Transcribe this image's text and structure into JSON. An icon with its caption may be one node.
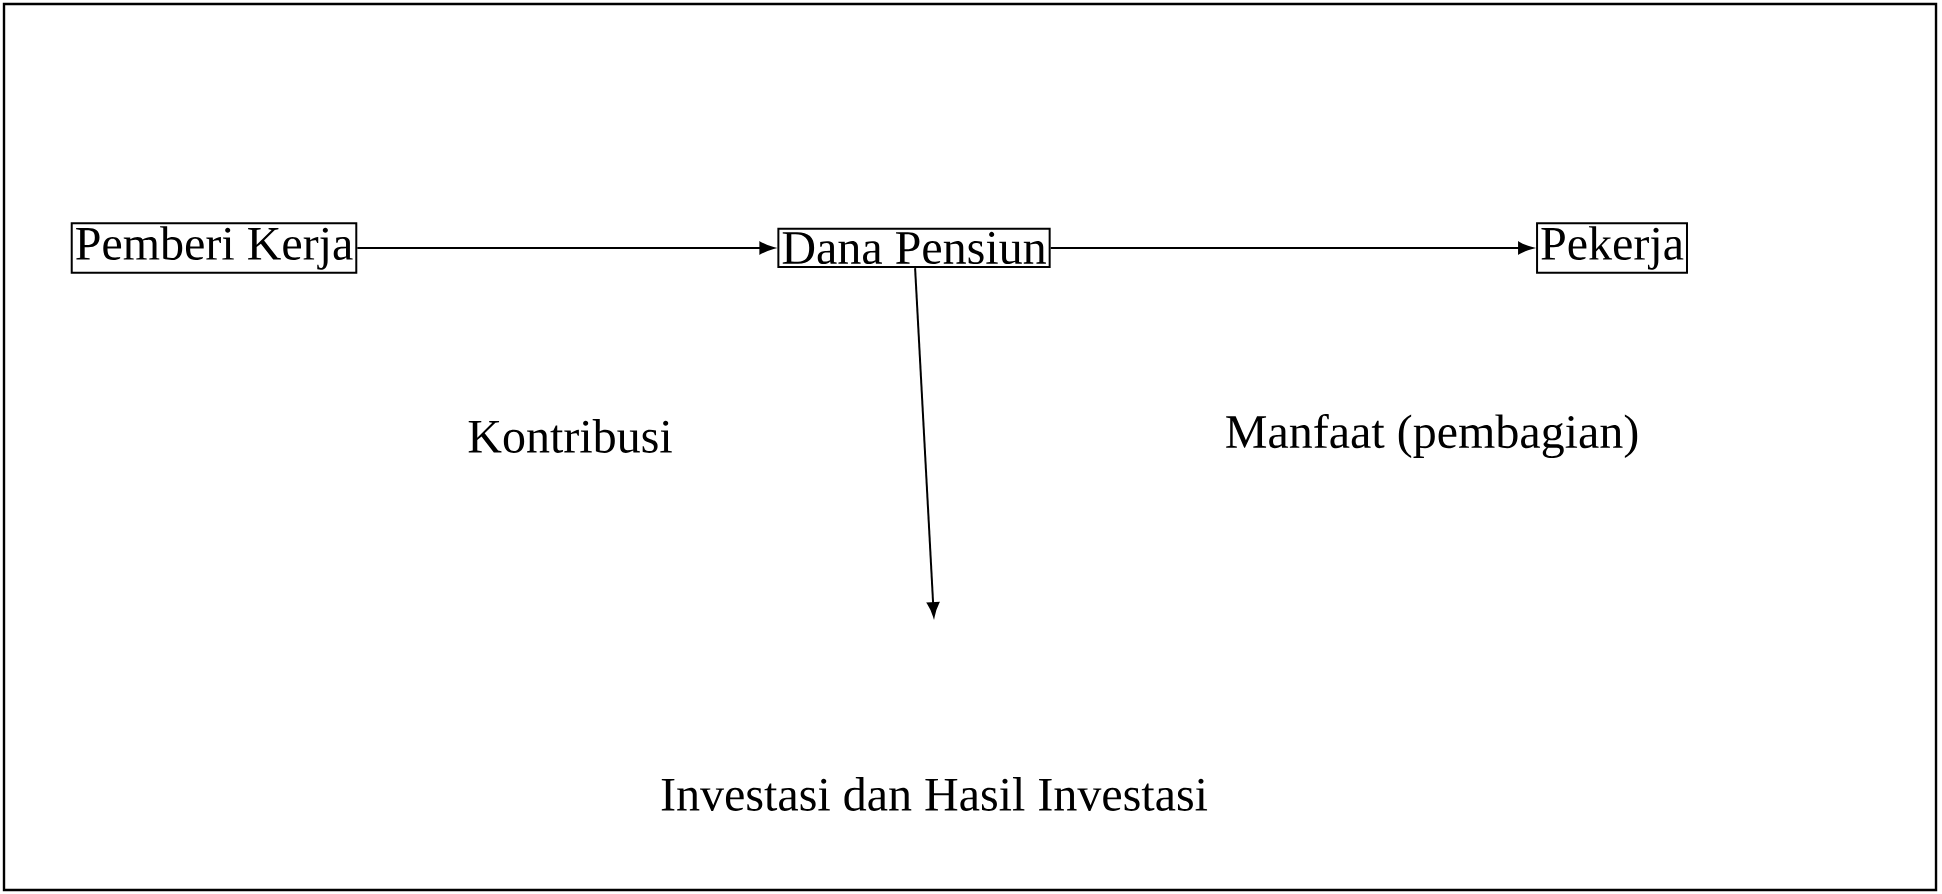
{
  "diagram": {
    "nodes": [
      {
        "text": [
          "Pemberi Kerja"
        ]
      },
      {
        "text": [
          "Dana Pensiun"
        ]
      },
      {
        "text": [
          "Pekerja"
        ]
      }
    ],
    "edges": [
      {
        "from": 0,
        "to": 1,
        "arrow": "to"
      },
      {
        "from": 1,
        "to": 2,
        "arrow": "to"
      },
      {
        "from": 1,
        "to": null,
        "arrow": "to"
      }
    ],
    "labels": [
      "Kontribusi",
      "Manfaat (pembagian)",
      "Investasi dan Hasil Investasi"
    ]
  }
}
